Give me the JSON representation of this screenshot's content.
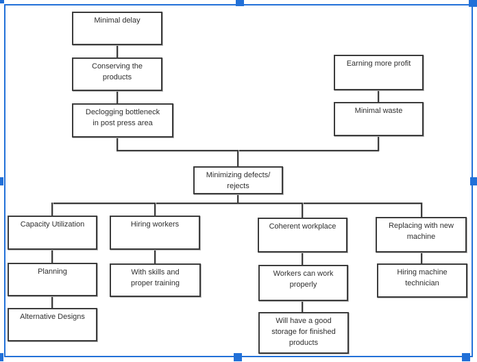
{
  "app": {
    "selection_color": "#2170d8",
    "diagram_line_color": "#3b3b3b"
  },
  "diagram": {
    "nodes": {
      "minimal_delay": "Minimal delay",
      "conserving": "Conserving the\nproducts",
      "declogging": "Declogging bottleneck\nin post press area",
      "earning": "Earning more profit",
      "minimal_waste": "Minimal waste",
      "minimizing": "Minimizing defects/\nrejects",
      "capacity": "Capacity Utilization",
      "hiring_workers": "Hiring workers",
      "coherent": "Coherent workplace",
      "replacing": "Replacing with new\nmachine",
      "planning": "Planning",
      "with_skills": "With skills and\nproper training",
      "workers_can": "Workers can work\nproperly",
      "hiring_machine": "Hiring machine\ntechnician",
      "alternative": "Alternative Designs",
      "will_have": "Will have a good\nstorage for finished\nproducts"
    }
  }
}
